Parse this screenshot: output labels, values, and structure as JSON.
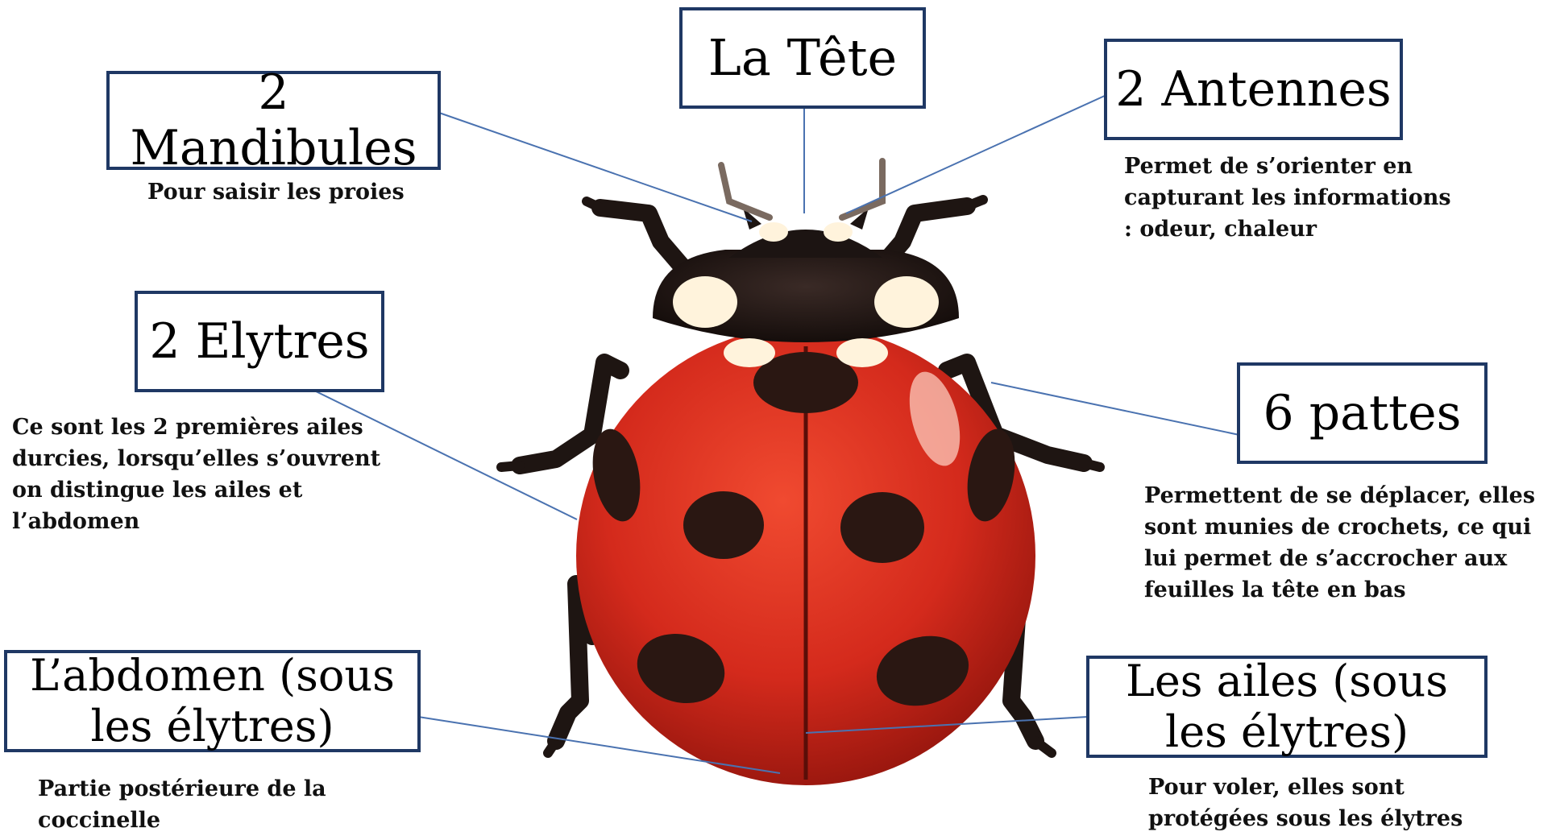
{
  "labels": {
    "tete": "La Tête",
    "mandibules": "2 Mandibules",
    "antennes": "2 Antennes",
    "elytres": "2 Elytres",
    "pattes": "6 pattes",
    "abdomen": "L’abdomen (sous les élytres)",
    "ailes": "Les ailes (sous les élytres)"
  },
  "descriptions": {
    "mandibules": "Pour saisir les proies",
    "antennes": "Permet de s’orienter en capturant les informations : odeur, chaleur",
    "elytres": "Ce sont les 2 premières ailes durcies, lorsqu’elles s’ouvrent on distingue les ailes et l’abdomen",
    "pattes": "Permettent de se déplacer, elles sont munies de crochets, ce qui lui permet de s’accrocher aux feuilles la tête en bas",
    "abdomen": "Partie postérieure de la coccinelle",
    "ailes": "Pour voler, elles sont protégées sous les élytres"
  },
  "colors": {
    "box_border": "#1f3864",
    "connector": "#4a72b0",
    "shell_red": "#d42a1c",
    "spot": "#2a1712",
    "head": "#1c1412"
  }
}
